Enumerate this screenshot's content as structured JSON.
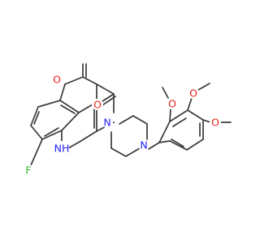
{
  "molecule": {
    "colors": {
      "bond": "#3a3a3a",
      "carbon": "#3a3a3a",
      "oxygen": "#e8231a",
      "nitrogen": "#2222ff",
      "fluorine": "#33b733"
    },
    "atoms": [
      {
        "id": "F",
        "label": "F"
      },
      {
        "id": "NH",
        "label": "NH"
      },
      {
        "id": "O4",
        "label": "O"
      },
      {
        "id": "Oam",
        "label": "O"
      },
      {
        "id": "Np1",
        "label": "N"
      },
      {
        "id": "Np4",
        "label": "N"
      },
      {
        "id": "Om1",
        "label": "O"
      },
      {
        "id": "Om2",
        "label": "O"
      },
      {
        "id": "Om3",
        "label": "O"
      }
    ]
  }
}
